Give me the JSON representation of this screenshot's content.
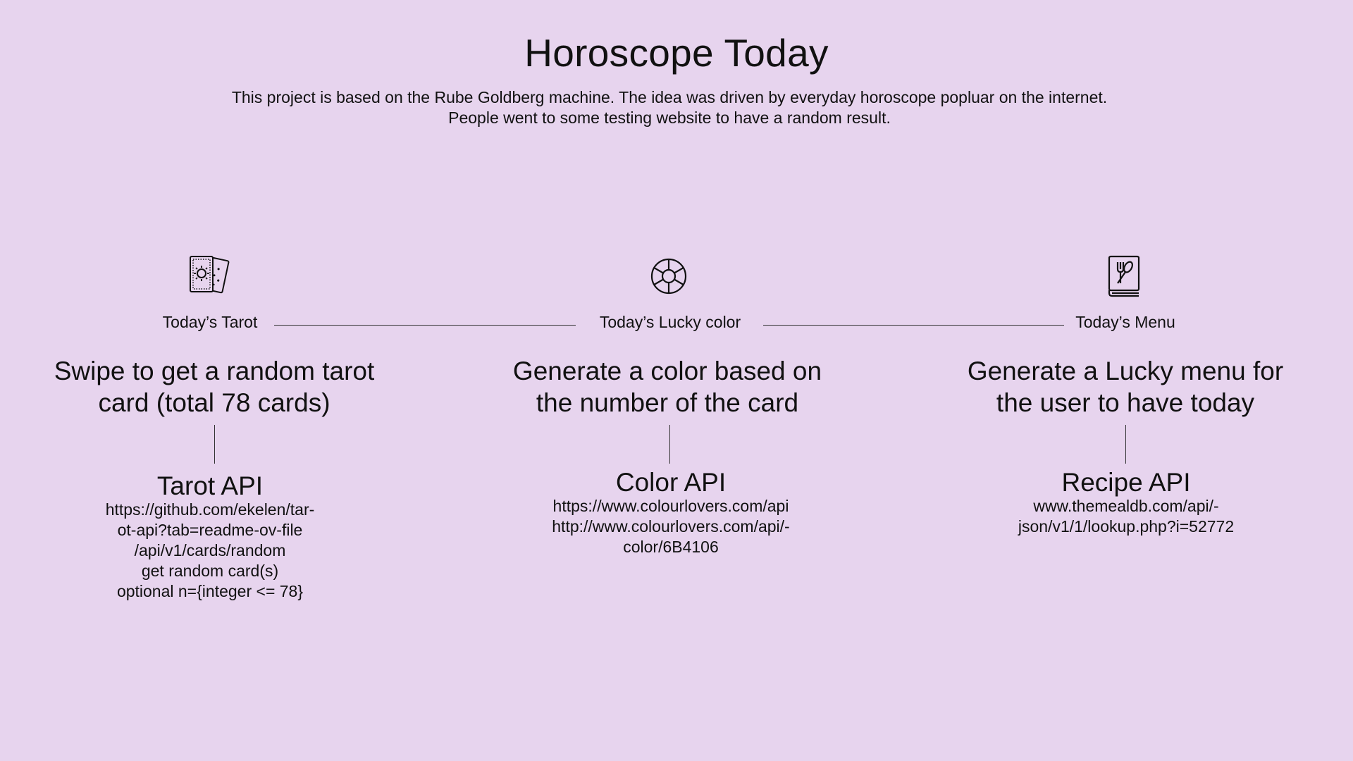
{
  "header": {
    "title": "Horoscope Today",
    "subtitle_lines": [
      "This project is based on the Rube Goldberg machine. The idea was driven by everyday horoscope popluar on the internet.",
      "People went to some testing website to have a random result."
    ]
  },
  "steps": [
    {
      "icon": "tarot-cards-icon",
      "label": "Today’s Tarot",
      "description_lines": [
        "Swipe to get a random tarot",
        "card (total 78 cards)"
      ],
      "api_title": "Tarot API",
      "api_details": [
        "https://github.com/ekelen/tar-",
        "ot-api?tab=readme-ov-file",
        "/api/v1/cards/random",
        "get random card(s)",
        "optional n={integer <= 78}"
      ]
    },
    {
      "icon": "color-wheel-icon",
      "label": "Today’s Lucky color",
      "description_lines": [
        "Generate a color based on",
        "the number of the card"
      ],
      "api_title": "Color API",
      "api_details": [
        "https://www.colourlovers.com/api",
        "http://www.colourlovers.com/api/-",
        "color/6B4106"
      ]
    },
    {
      "icon": "recipe-book-icon",
      "label": "Today’s Menu",
      "description_lines": [
        "Generate a Lucky menu for",
        "the user to have today"
      ],
      "api_title": "Recipe API",
      "api_details": [
        "www.themealdb.com/api/-",
        "json/v1/1/lookup.php?i=52772"
      ]
    }
  ],
  "colors": {
    "background": "#e7d4ee",
    "text": "#111111",
    "line": "#333333"
  }
}
